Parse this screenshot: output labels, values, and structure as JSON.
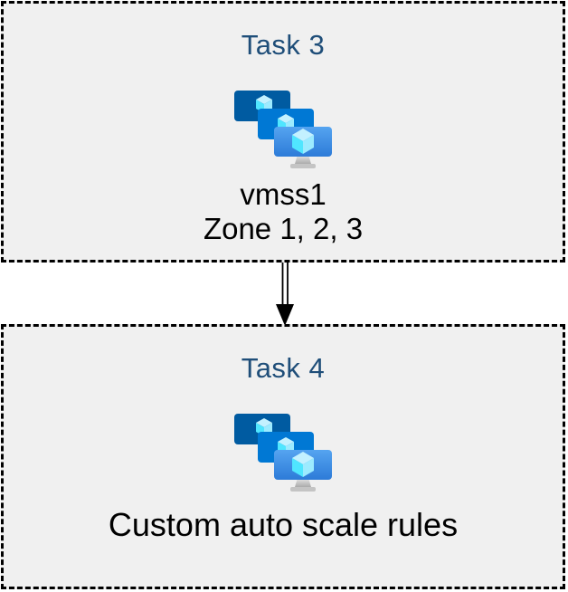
{
  "diagram": {
    "type": "flow-diagram",
    "connector": {
      "type": "double-line-arrow",
      "direction": "down"
    }
  },
  "colors": {
    "page_background": "#FFFFFF",
    "box_background": "#F0F0F0",
    "box_border": "#000000",
    "title_text": "#1F4E79",
    "body_text": "#000000",
    "arrow": "#000000",
    "icon": {
      "monitor_back": "#005BA1",
      "monitor_middle": "#0078D4",
      "monitor_front_top": "#55A4F0",
      "monitor_front_bottom": "#2D7BD8",
      "cube_top": "#C3F1FF",
      "cube_left": "#50E6FF",
      "cube_right": "#9CEBFF",
      "stand_top": "#E8E8E8",
      "stand_bottom": "#ABABAB",
      "stand_base": "#C4C4C4"
    }
  },
  "boxes": [
    {
      "id": "task3",
      "title": "Task 3",
      "icon": "vmss-icon",
      "lines": [
        "vmss1",
        "Zone 1, 2, 3"
      ]
    },
    {
      "id": "task4",
      "title": "Task 4",
      "icon": "vmss-icon",
      "lines": [
        "Custom auto scale rules"
      ]
    }
  ]
}
